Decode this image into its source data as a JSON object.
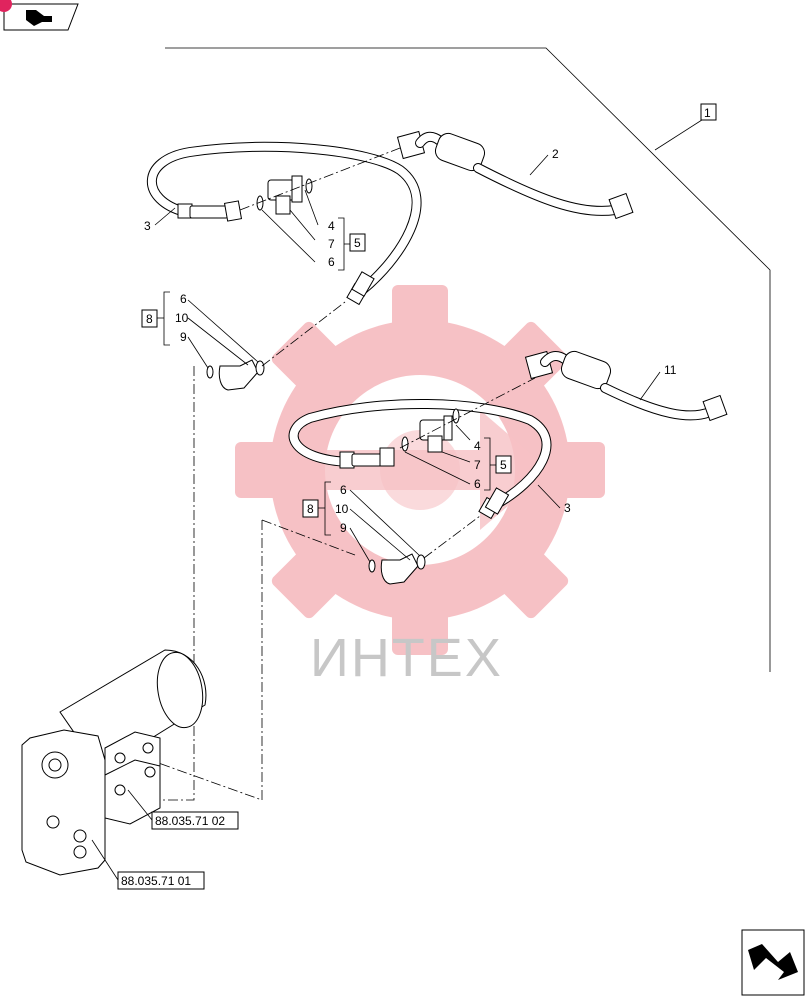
{
  "colors": {
    "line": "#000000",
    "watermark": "#e8505b",
    "watermark_text": "#c7c7c7",
    "corner_badge": "#e0245e"
  },
  "watermark": {
    "text": "ИНТЕХ"
  },
  "callouts": {
    "group_1": "1",
    "hose_2": "2",
    "hose_3_upper": "3",
    "hose_3_lower": "3",
    "hose_11": "11",
    "group_5_upper": "5",
    "group_5_lower": "5",
    "group_8_upper": "8",
    "group_8_lower": "8",
    "upper_tee_items": [
      "4",
      "7",
      "6"
    ],
    "lower_tee_items": [
      "4",
      "7",
      "6"
    ],
    "upper_elbow_items": [
      "6",
      "10",
      "9"
    ],
    "lower_elbow_items": [
      "6",
      "10",
      "9"
    ]
  },
  "references": {
    "ref_upper": "88.035.71 02",
    "ref_lower": "88.035.71 01"
  },
  "icons": {
    "top_left": "previous-page-arrow-icon",
    "bottom_right": "next-page-arrow-icon"
  }
}
